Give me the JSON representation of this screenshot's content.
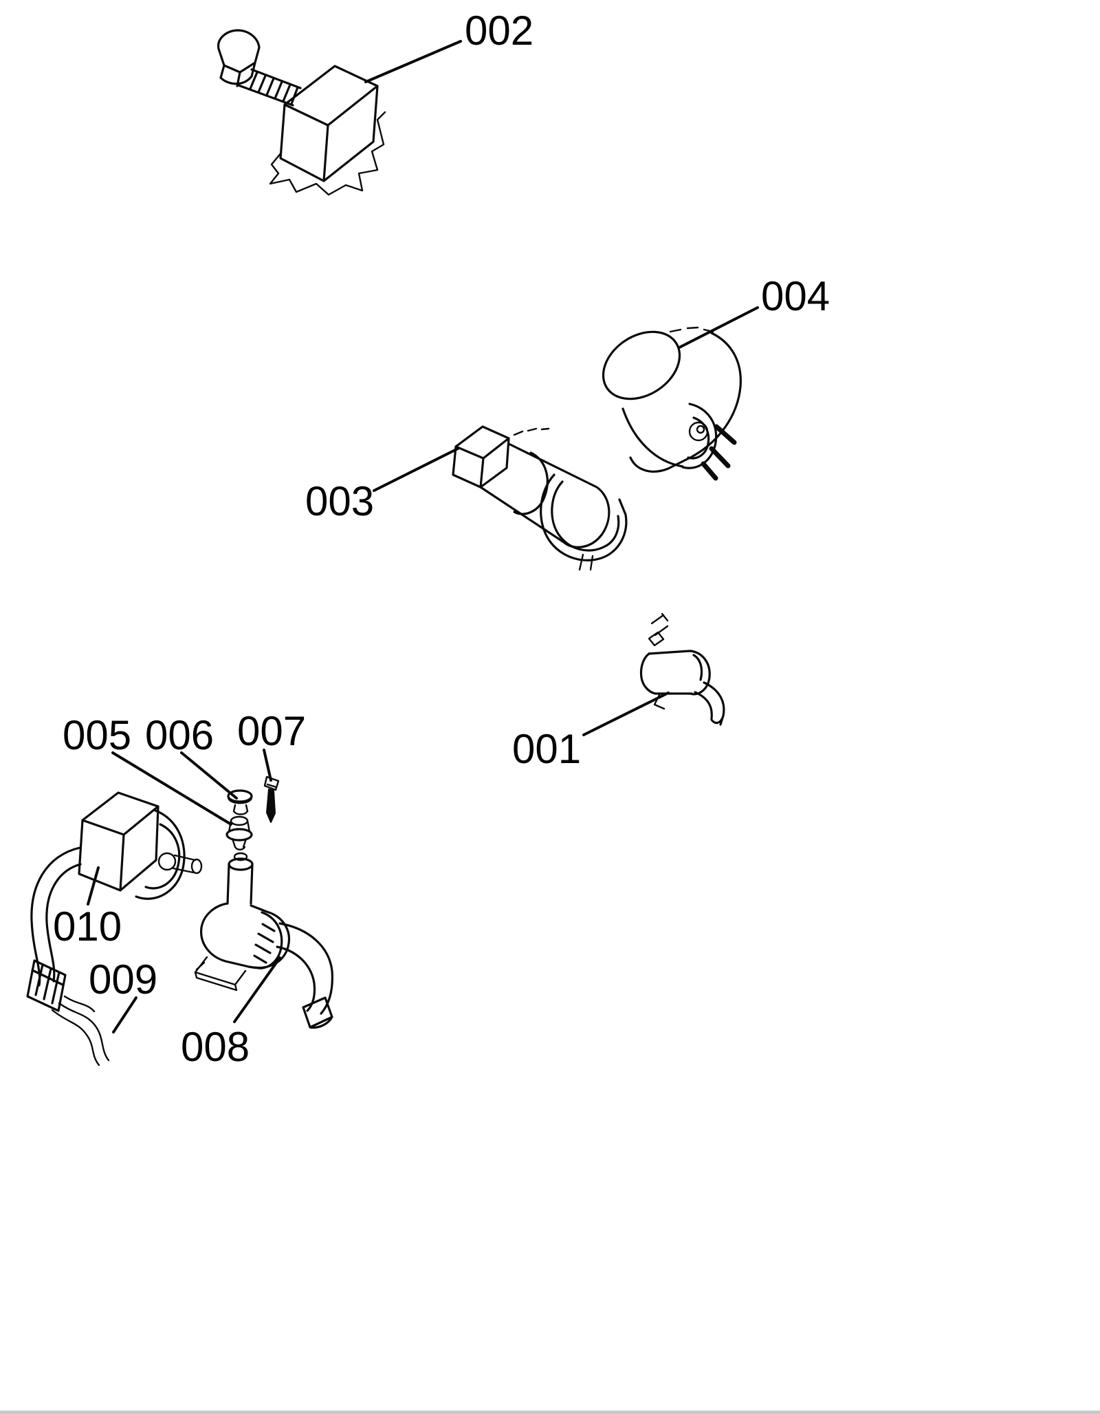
{
  "diagram": {
    "type": "exploded-parts-diagram",
    "background_color": "#ffffff",
    "line_color": "#0a0a0a",
    "callouts": [
      {
        "part": "002"
      },
      {
        "part": "004"
      },
      {
        "part": "003"
      },
      {
        "part": "001"
      },
      {
        "part": "005"
      },
      {
        "part": "006"
      },
      {
        "part": "007"
      },
      {
        "part": "010"
      },
      {
        "part": "009"
      },
      {
        "part": "008"
      }
    ]
  }
}
